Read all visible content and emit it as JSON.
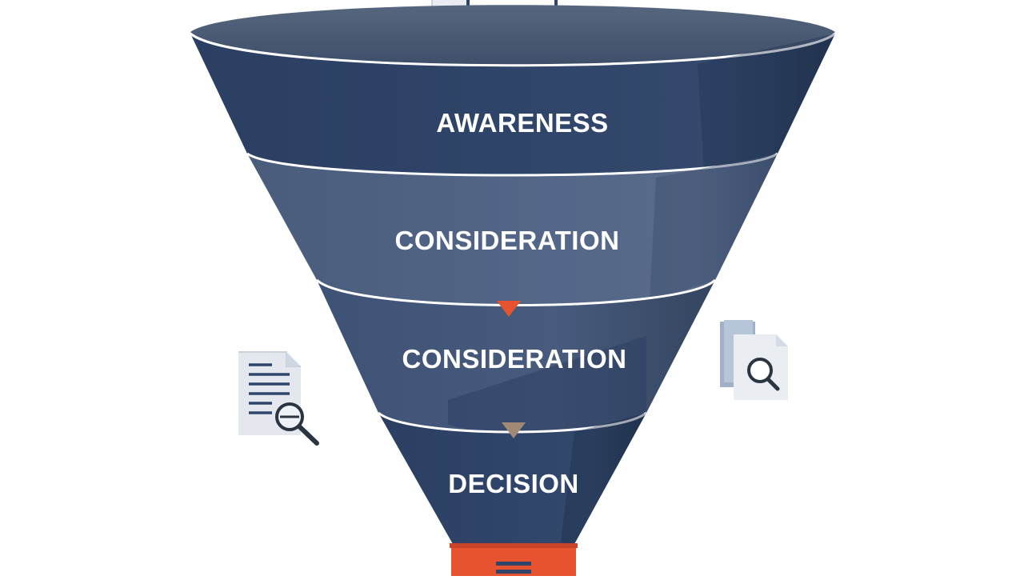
{
  "funnel": {
    "stages": [
      {
        "label": "AWARENESS"
      },
      {
        "label": "CONSIDERATION"
      },
      {
        "label": "CONSIDERATION"
      },
      {
        "label": "DECISION"
      }
    ]
  },
  "icons": {
    "top": "document-stack-icon",
    "left": "document-search-icon",
    "right": "file-search-icon",
    "bottom": "output-tray-icon",
    "markers": [
      "orange-triangle-marker",
      "tan-triangle-marker"
    ]
  },
  "colors": {
    "navy_dark": "#2c4163",
    "slate": "#4f6282",
    "accent_orange": "#e8532f",
    "marker_tan": "#a08a76",
    "rim": "#4c5d78"
  }
}
